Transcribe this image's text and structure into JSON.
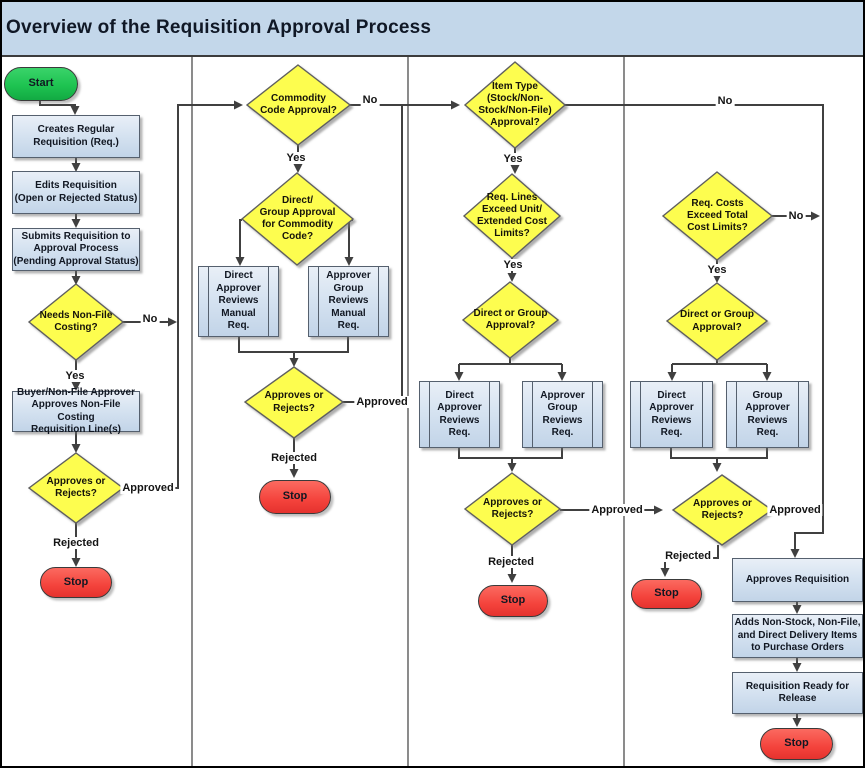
{
  "title": "Overview of the Requisition Approval Process",
  "labels": {
    "yes": "Yes",
    "no": "No",
    "approved": "Approved",
    "rejected": "Rejected"
  },
  "nodes": {
    "start": "Start",
    "stop": "Stop",
    "creates_req": "Creates Regular\nRequisition (Req.)",
    "edits_req": "Edits Requisition\n(Open or Rejected Status)",
    "submits_req": "Submits Requisition to\nApproval Process\n(Pending Approval Status)",
    "needs_nonfile": "Needs Non-File\nCosting?",
    "buyer_approves": "Buyer/Non-File Approver\nApproves Non-File Costing\nRequisition Line(s)",
    "approves_rejects": "Approves or\nRejects?",
    "commodity_code": "Commodity\nCode Approval?",
    "direct_group_commodity": "Direct/\nGroup Approval\nfor Commodity\nCode?",
    "direct_reviews_manual": "Direct\nApprover\nReviews\nManual\nReq.",
    "group_reviews_manual": "Approver\nGroup\nReviews\nManual\nReq.",
    "item_type": "Item Type\n(Stock/Non-\nStock/Non-File)\nApproval?",
    "req_lines_exceed": "Req. Lines\nExceed Unit/\nExtended Cost\nLimits?",
    "direct_or_group": "Direct or Group\nApproval?",
    "direct_reviews_req": "Direct\nApprover\nReviews\nReq.",
    "approver_group_reviews_req": "Approver\nGroup\nReviews\nReq.",
    "group_approver_reviews_req": "Group\nApprover\nReviews\nReq.",
    "req_costs_exceed": "Req. Costs\nExceed Total\nCost Limits?",
    "approves_requisition": "Approves Requisition",
    "adds_items": "Adds Non-Stock, Non-File,\nand Direct Delivery Items\nto Purchase Orders",
    "req_ready": "Requisition Ready for\nRelease"
  },
  "colors": {
    "title_band": "#c3d7ea",
    "process_fill": "#d6e3f1",
    "diamond_fill": "#fdfd4f",
    "start_fill": "#1ec351",
    "stop_fill": "#f4433c",
    "connector": "#404040"
  }
}
